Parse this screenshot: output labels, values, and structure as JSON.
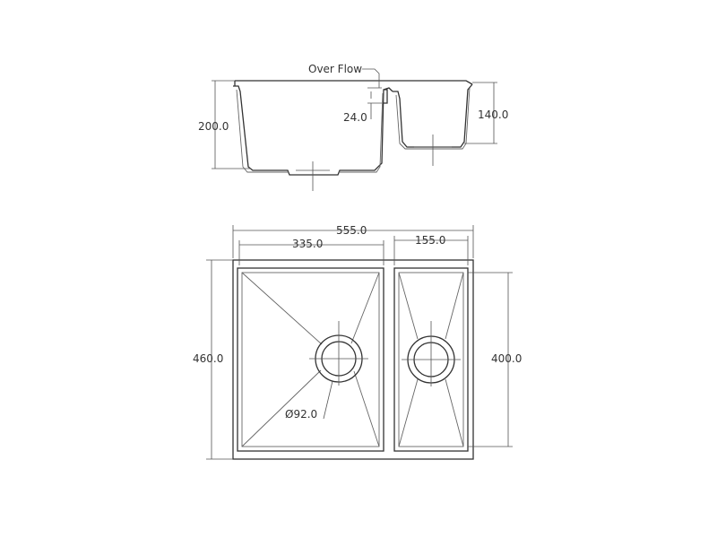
{
  "diagram": {
    "labels": {
      "overflow": "Over Flow",
      "overflow_depth": "24.0",
      "main_depth": "200.0",
      "small_depth": "140.0",
      "overall_width": "555.0",
      "main_width": "335.0",
      "small_width": "155.0",
      "overall_height": "460.0",
      "small_height": "400.0",
      "waste_diameter": "Ø92.0"
    },
    "colors": {
      "line": "#333333",
      "dimension": "#555555",
      "background": "#ffffff"
    }
  }
}
